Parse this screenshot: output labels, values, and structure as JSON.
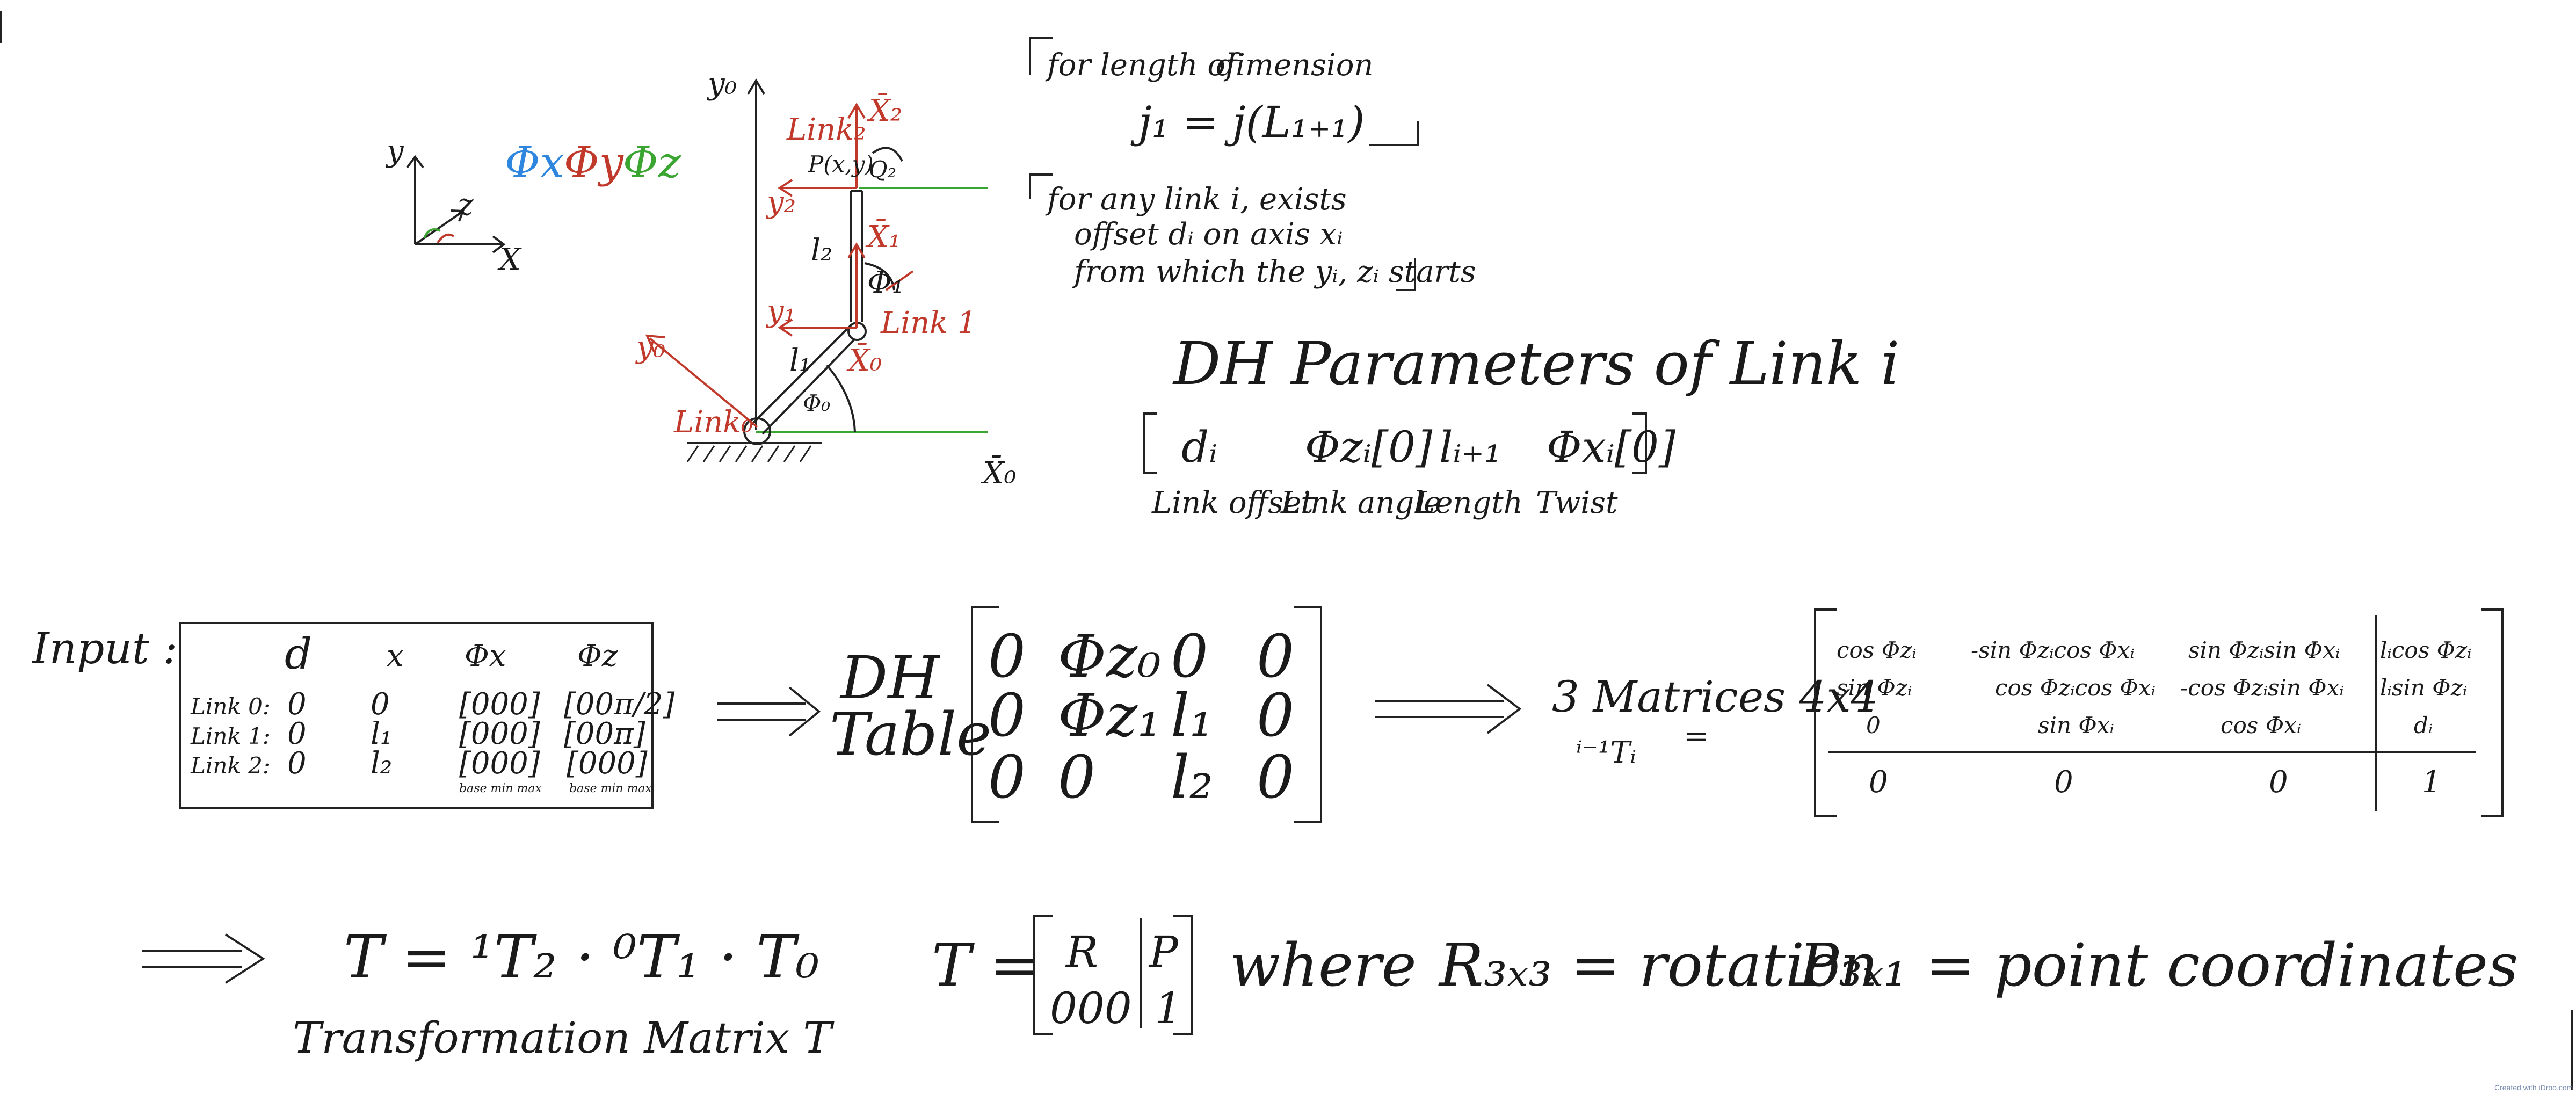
{
  "axes_icon": {
    "y": "y",
    "z": "z",
    "x": "X"
  },
  "angles": {
    "phi_x": "Φx",
    "phi_y": "Φy",
    "phi_z": "Φz",
    "colors": {
      "phi_x": "#2e86de",
      "phi_y": "#c0392b",
      "phi_z": "#3aa530"
    }
  },
  "robot": {
    "y0": "y₀",
    "x0_axis": "X̄₀",
    "x0": "X̄₀",
    "y0_red": "y₀",
    "link0": "Link₀",
    "l1": "l₁",
    "y1": "y₁",
    "x1": "X̄₁",
    "phi1": "Φ₁",
    "link1": "Link 1",
    "l2": "l₂",
    "y2": "y₂",
    "x2": "X̄₂",
    "link2": "Link₂",
    "p": "P(x,y)",
    "q2": "Q₂",
    "phi0": "Φ₀"
  },
  "notes": {
    "note1_a": "for length of",
    "note1_b": "dimension",
    "note1_c": "j₁ = j(L₁₊₁)",
    "note2_a": "for any link i, exists",
    "note2_b": "offset dᵢ on axis xᵢ",
    "note2_c": "from which the yᵢ, zᵢ starts"
  },
  "dh_params": {
    "title": "DH Parameters of Link i",
    "vector": [
      "dᵢ",
      "Φzᵢ[0]",
      "lᵢ₊₁",
      "Φxᵢ[0]"
    ],
    "labels": [
      "Link offset",
      "Link angle",
      "Length",
      "Twist"
    ]
  },
  "input": {
    "label": "Input :",
    "headers": [
      "d",
      "x",
      "Φx",
      "Φz"
    ],
    "rows": [
      {
        "name": "Link 0:",
        "cells": [
          "0",
          "0",
          "[000]",
          "[00π/2]"
        ]
      },
      {
        "name": "Link 1:",
        "cells": [
          "0",
          "l₁",
          "[000]",
          "[00π]"
        ]
      },
      {
        "name": "Link 2:",
        "cells": [
          "0",
          "l₂",
          "[000]",
          "[000]"
        ]
      }
    ],
    "footnotes": [
      "base min max",
      "base min max"
    ]
  },
  "dh_table": {
    "label_a": "DH",
    "label_b": "Table",
    "matrix": [
      [
        "0",
        "Φz₀",
        "0",
        "0"
      ],
      [
        "0",
        "Φz₁",
        "l₁",
        "0"
      ],
      [
        "0",
        "0",
        "l₂",
        "0"
      ]
    ]
  },
  "matrices": {
    "label": "3 Matrices 4x4",
    "sub": "ⁱ⁻¹Tᵢ",
    "eq": "=",
    "cells": [
      [
        "cos Φzᵢ",
        "-sin Φzᵢcos Φxᵢ",
        "sin Φzᵢsin Φxᵢ",
        "lᵢcos Φzᵢ"
      ],
      [
        "sin Φzᵢ",
        "cos Φzᵢcos Φxᵢ",
        "-cos Φzᵢsin Φxᵢ",
        "lᵢsin Φzᵢ"
      ],
      [
        "0",
        "sin Φxᵢ",
        "cos Φxᵢ",
        "dᵢ"
      ],
      [
        "0",
        "0",
        "0",
        "1"
      ]
    ]
  },
  "transform": {
    "expr": "T = ¹T₂ · ⁰T₁ · T₀",
    "caption": "Transformation Matrix T",
    "t_eq": "T =",
    "R": "R",
    "P": "P",
    "zeros": "000",
    "one": "1",
    "where": "where",
    "r_def": "R₃ₓ₃ = rotation",
    "p_def": "P₃ₓ₁ = point coordinates"
  },
  "footer": "Created with iDroo.com"
}
